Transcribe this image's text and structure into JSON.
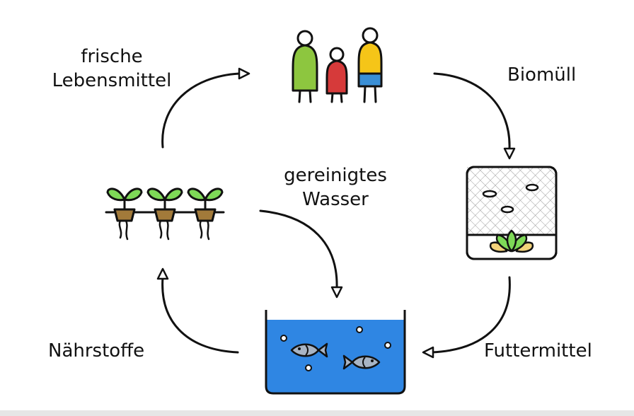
{
  "labels": {
    "fresh_food_line1": "frische",
    "fresh_food_line2": "Lebensmittel",
    "biowaste": "Biomüll",
    "clean_water_line1": "gereinigtes",
    "clean_water_line2": "Wasser",
    "nutrients": "Nährstoffe",
    "feed": "Futtermittel"
  },
  "colors": {
    "person_green": "#8dc63f",
    "person_red": "#d63a3a",
    "person_yellow": "#f5c518",
    "person_blue": "#3a8fd6",
    "water": "#2f86e3",
    "leaf": "#7ed957",
    "pot": "#a27a3a",
    "fish": "#a8b4c4",
    "stroke": "#111111"
  }
}
